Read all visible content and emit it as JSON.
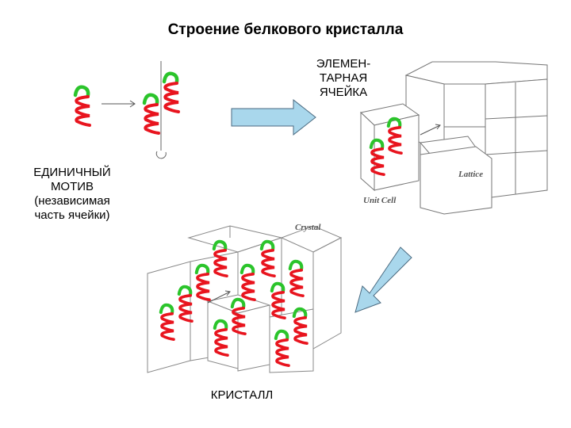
{
  "title": "Строение белкового кристалла",
  "labels": {
    "elementary_cell_line1": "ЭЛЕМЕН-",
    "elementary_cell_line2": "ТАРНАЯ",
    "elementary_cell_line3": "ЯЧЕЙКА",
    "motif_line1": "ЕДИНИЧНЫЙ",
    "motif_line2": "МОТИВ",
    "motif_line3": "(независимая",
    "motif_line4": "часть ячейки)",
    "crystal": "КРИСТАЛЛ"
  },
  "figure_notes": {
    "lattice": "Lattice",
    "unit_cell": "Unit Cell",
    "crystal": "Crystal"
  },
  "colors": {
    "helix_red": "#e8141e",
    "helix_green": "#2bc42b",
    "big_arrow_fill": "#a9d7ec",
    "big_arrow_stroke": "#4a6a80",
    "box_stroke": "#777777"
  }
}
